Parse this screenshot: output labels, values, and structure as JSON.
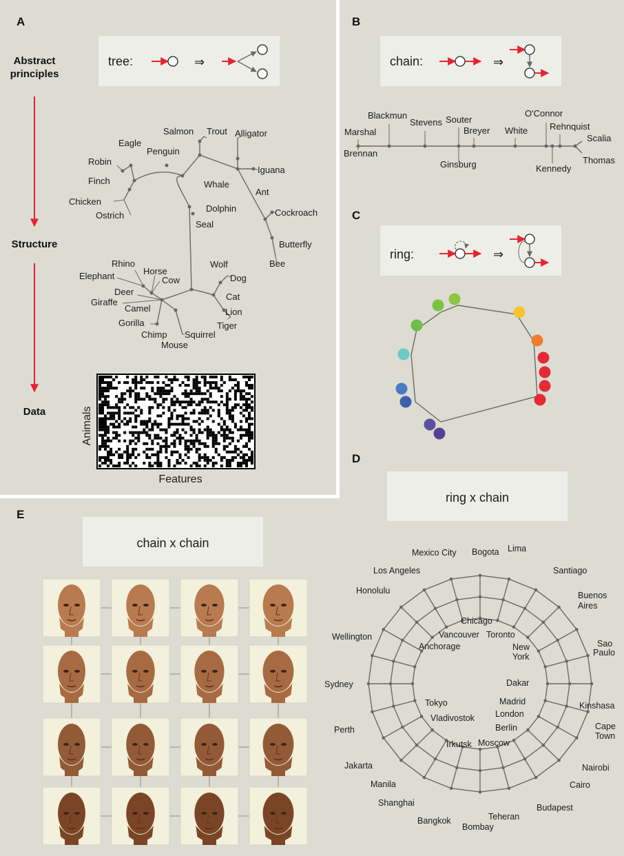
{
  "colors": {
    "panel_bg": "#dddcd3",
    "box_bg": "#eeeee8",
    "red": "#e8222f",
    "edge": "#6b6a62"
  },
  "panels": {
    "a": "A",
    "b": "B",
    "c": "C",
    "d": "D",
    "e": "E"
  },
  "side_labels": {
    "abstract_line1": "Abstract",
    "abstract_line2": "principles",
    "structure": "Structure",
    "data": "Data"
  },
  "boxes": {
    "tree": "tree:",
    "chain": "chain:",
    "ring": "ring:",
    "ring_chain": "ring x chain",
    "chain_chain": "chain x chain"
  },
  "implies": "⇒",
  "matrix": {
    "ylabel": "Animals",
    "xlabel": "Features"
  },
  "tree_labels": [
    "Salmon",
    "Trout",
    "Alligator",
    "Eagle",
    "Penguin",
    "Robin",
    "Iguana",
    "Finch",
    "Whale",
    "Ant",
    "Dolphin",
    "Chicken",
    "Cockroach",
    "Ostrich",
    "Seal",
    "Butterfly",
    "Bee",
    "Rhino",
    "Wolf",
    "Horse",
    "Elephant",
    "Dog",
    "Cow",
    "Deer",
    "Cat",
    "Giraffe",
    "Camel",
    "Lion",
    "Gorilla",
    "Tiger",
    "Chimp",
    "Squirrel",
    "Mouse"
  ],
  "chain_labels": [
    "Blackmun",
    "Stevens",
    "Souter",
    "O'Connor",
    "Marshal",
    "Breyer",
    "White",
    "Rehnquist",
    "Scalia",
    "Brennan",
    "Thomas",
    "Ginsburg",
    "Kennedy"
  ],
  "ring_colors": [
    "#7cc242",
    "#8cc63f",
    "#f7c42e",
    "#f07b2e",
    "#e52a35",
    "#e52a35",
    "#e52a35",
    "#e52a35",
    "#6dbf4a",
    "#6cc9c8",
    "#4a7bc4",
    "#3f5fad",
    "#5c4ea0",
    "#5a3f99"
  ],
  "city_labels": [
    "Mexico City",
    "Bogota",
    "Lima",
    "Los Angeles",
    "Santiago",
    "Honolulu",
    "Buenos",
    "Aires",
    "Chicago",
    "Wellington",
    "Vancouver",
    "Toronto",
    "Sao",
    "Paulo",
    "Anchorage",
    "New",
    "York",
    "Sydney",
    "Dakar",
    "Tokyo",
    "Madrid",
    "Kinshasa",
    "Vladivostok",
    "London",
    "Cape",
    "Town",
    "Perth",
    "Berlin",
    "Irkutsk",
    "Moscow",
    "Nairobi",
    "Jakarta",
    "Cairo",
    "Manila",
    "Shanghai",
    "Teheran",
    "Budapest",
    "Bangkok",
    "Bombay"
  ]
}
